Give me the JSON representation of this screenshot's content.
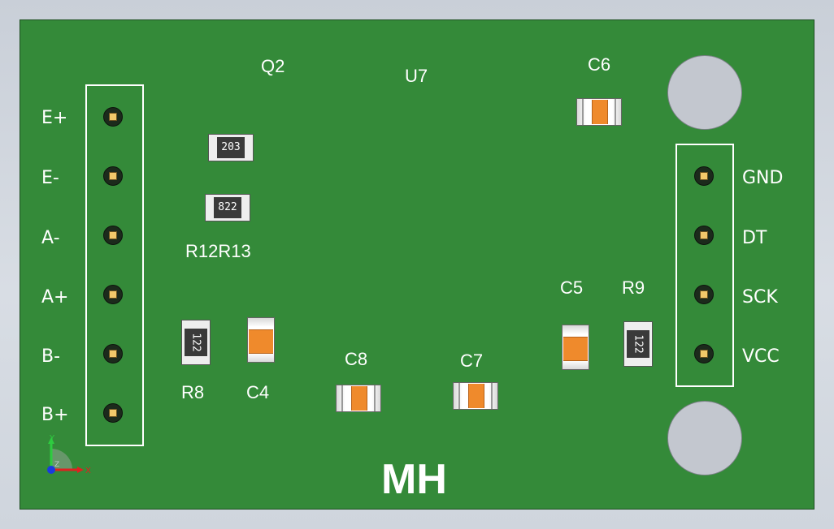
{
  "left_header": {
    "labels": [
      "E+",
      "E-",
      "A-",
      "A+",
      "B-",
      "B+"
    ]
  },
  "right_header": {
    "labels": [
      "GND",
      "DT",
      "SCK",
      "VCC"
    ]
  },
  "refdes": {
    "q2": "Q2",
    "u7": "U7",
    "c6": "C6",
    "r12r13": "R12R13",
    "c5": "C5",
    "r9": "R9",
    "c8": "C8",
    "c7": "C7",
    "r8": "R8",
    "c4": "C4"
  },
  "resistor_codes": {
    "r12": "203",
    "r13": "822",
    "r8": "122",
    "r9": "122"
  },
  "brand": "MH",
  "axis": {
    "x": "X",
    "y": "Y",
    "z": "Z"
  },
  "colors": {
    "board": "#348a39",
    "silkscreen": "#ffffff",
    "pad": "#f2c86a",
    "capacitor": "#ef8a2c",
    "background": "#d0d6de"
  }
}
